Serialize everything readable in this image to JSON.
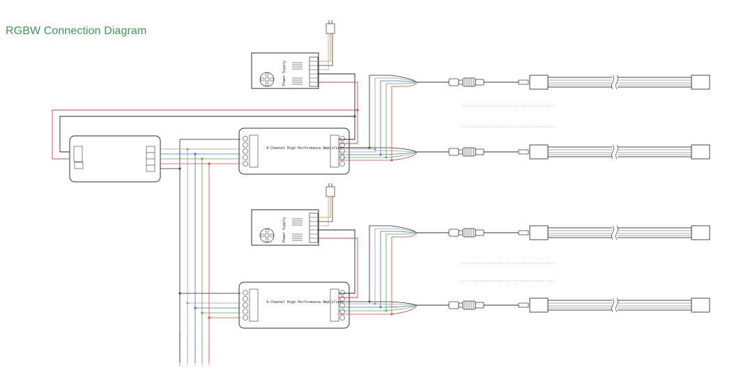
{
  "title": "RGBW Connection Diagram",
  "labels": {
    "power_supply": "Power Supply",
    "amplifier": "4-Channel High Performance Amplifier"
  },
  "colors": {
    "title": "#3a9a50",
    "red": "#e0403a",
    "green": "#4cae4c",
    "blue": "#3f6fd0",
    "white": "#999999",
    "black": "#222222",
    "orange": "#e07a1a"
  }
}
